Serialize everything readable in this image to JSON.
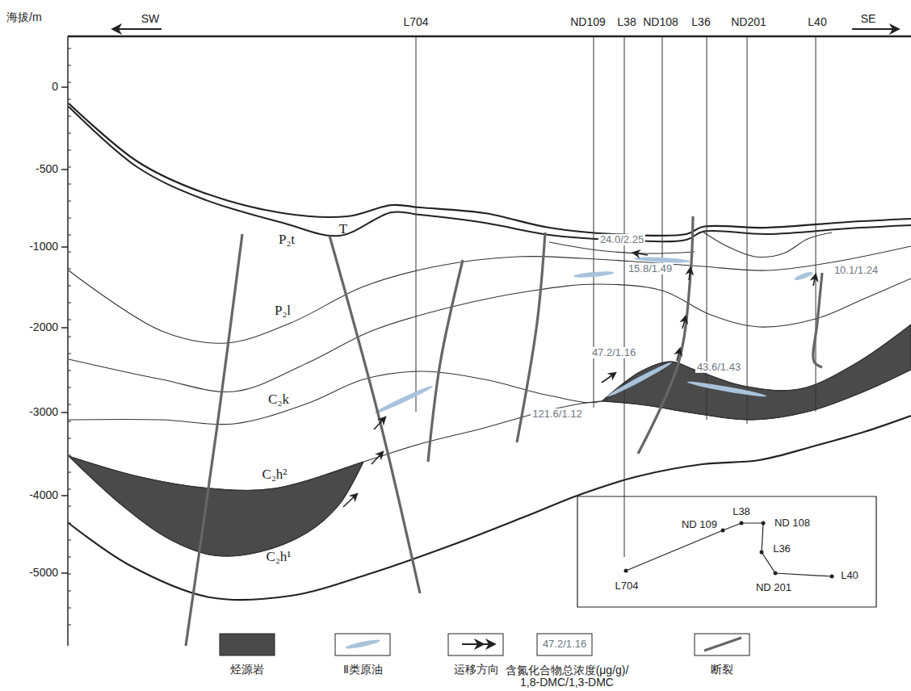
{
  "diagram": {
    "labels": [
      "海拔/m",
      "SW",
      "SE",
      "L704",
      "ND109",
      "L38",
      "ND108",
      "L36",
      "ND201",
      "L40",
      "0",
      "-500",
      "-1000",
      "-2000",
      "-3000",
      "-4000",
      "-5000",
      "T",
      "P₂t",
      "P₂l",
      "C₂k",
      "C₂h²",
      "C₂h¹",
      "24.0/2.25",
      "15.8/1.49",
      "10.1/1.24",
      "47.2/1.16",
      "43.6/1.43",
      "121.6/1.12",
      "L704",
      "ND 109",
      "L38",
      "ND 108",
      "L36",
      "ND 201",
      "L40",
      "47.2/1.16"
    ],
    "legend": [
      {
        "text": "烃源岩",
        "color": "#4a4a4a"
      },
      {
        "text": "Ⅱ类原油"
      },
      {
        "text": "运移方向"
      },
      {
        "text": "含氮化合物总浓度(μg/g)/ 1,8-DMC/1,3-DMC"
      },
      {
        "text": "断裂"
      }
    ]
  }
}
